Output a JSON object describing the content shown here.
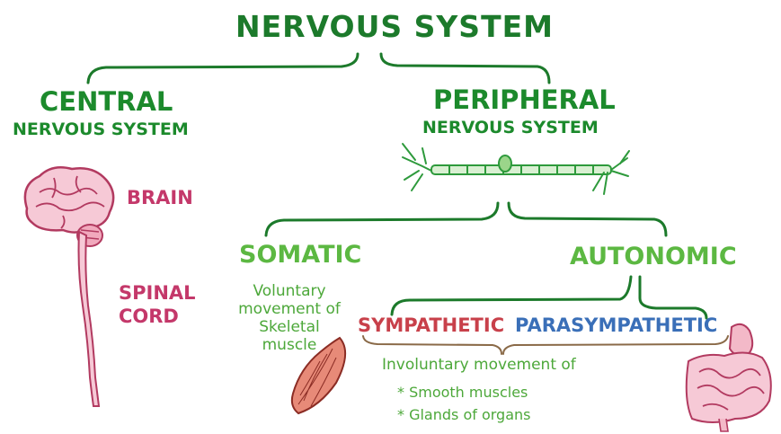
{
  "title": "NERVOUS SYSTEM",
  "central": {
    "line1": "CENTRAL",
    "line2": "NERVOUS SYSTEM"
  },
  "peripheral": {
    "line1": "PERIPHERAL",
    "line2": "NERVOUS SYSTEM"
  },
  "cns_parts": {
    "brain": "BRAIN",
    "spinal_cord": "SPINAL CORD"
  },
  "somatic": {
    "label": "SOMATIC",
    "description": "Voluntary movement of Skeletal muscle"
  },
  "autonomic": {
    "label": "AUTONOMIC",
    "sympathetic": "SYMPATHETIC",
    "parasympathetic": "PARASYMPATHETIC",
    "description": "Involuntary movement of",
    "bullets": [
      "* Smooth muscles",
      "* Glands of organs"
    ]
  },
  "colors": {
    "green_dark": "#1c7a2b",
    "green_light": "#5cb842",
    "pink": "#c4386a",
    "red": "#c8404a",
    "blue": "#3a6fb8"
  },
  "icons": [
    "brain-icon",
    "spinal-cord-icon",
    "neuron-icon",
    "skeletal-muscle-icon",
    "intestines-icon"
  ]
}
